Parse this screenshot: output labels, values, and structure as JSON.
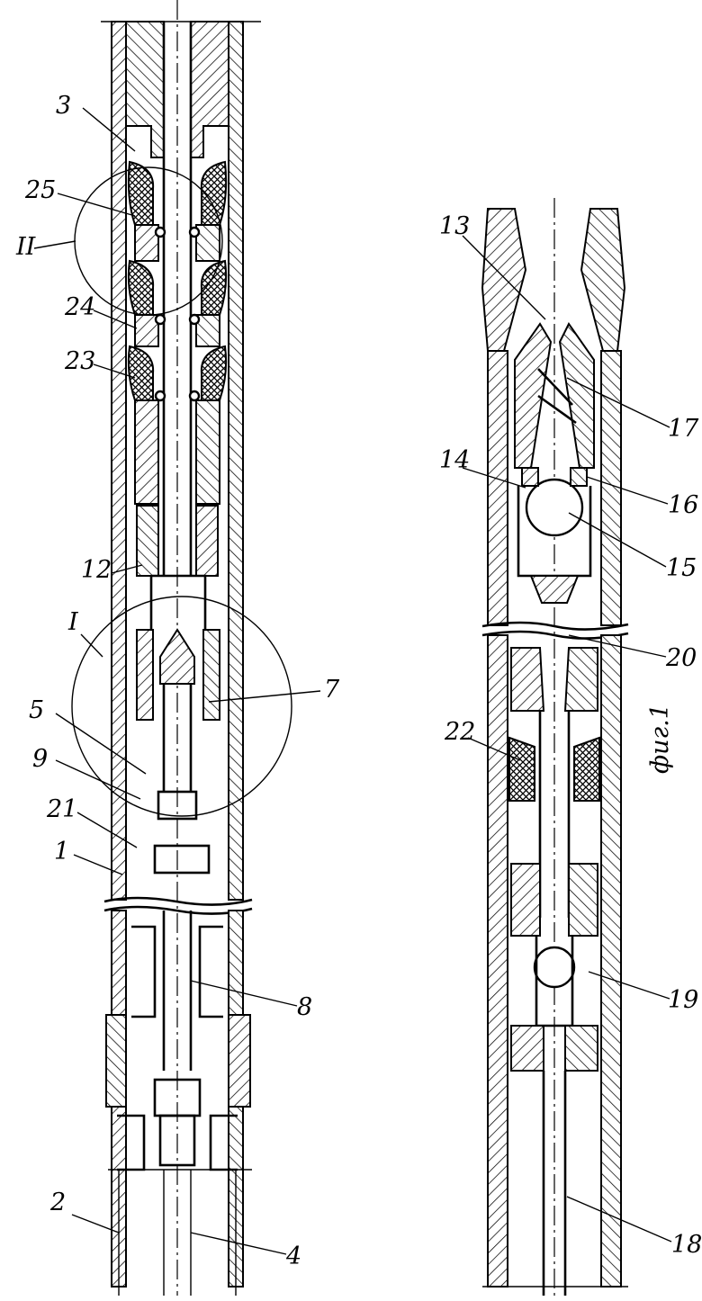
{
  "figure_caption": "фиг.1",
  "detail_labels": {
    "detail_1": "I",
    "detail_2": "II"
  },
  "left_assembly_labels": [
    "3",
    "25",
    "24",
    "23",
    "12",
    "5",
    "7",
    "9",
    "21",
    "1",
    "8",
    "2",
    "4"
  ],
  "right_assembly_labels": [
    "13",
    "17",
    "14",
    "16",
    "15",
    "20",
    "22",
    "19",
    "18"
  ]
}
